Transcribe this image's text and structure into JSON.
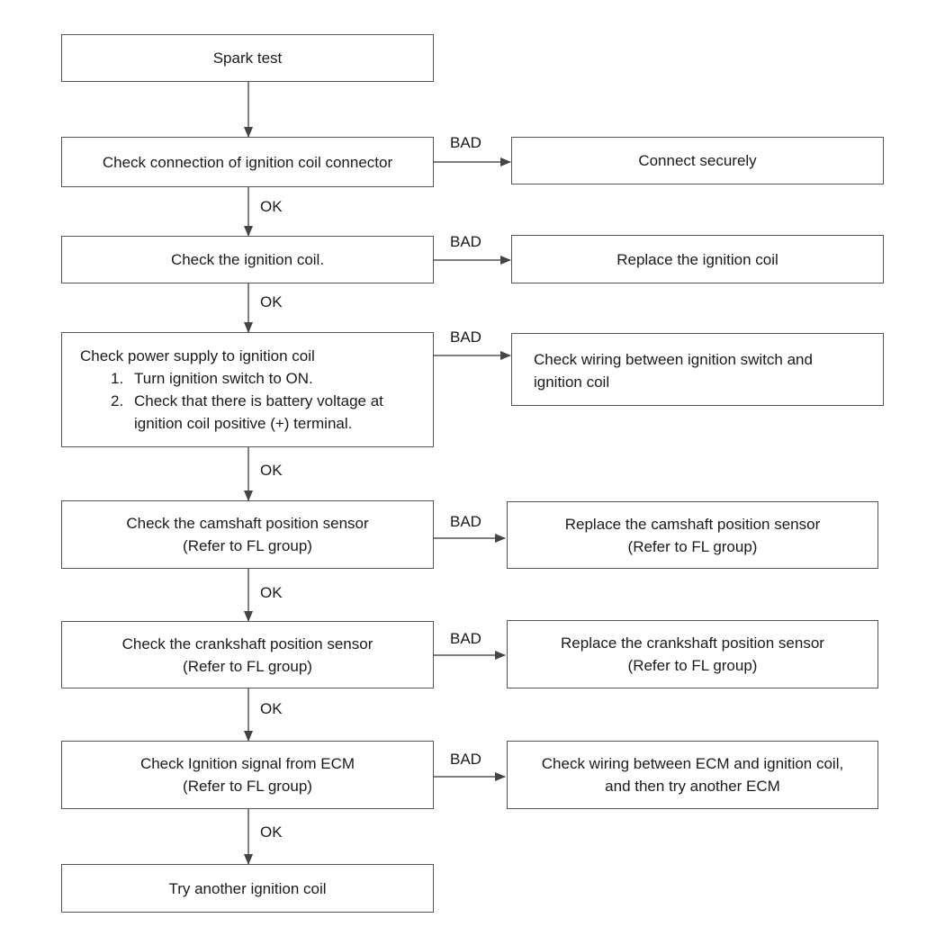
{
  "flow": {
    "main": {
      "start": "Spark test",
      "connector": "Check connection of ignition coil connector",
      "coil": "Check the ignition coil.",
      "power_title": "Check power supply to ignition coil",
      "power_steps": [
        {
          "num": "1.",
          "lines": [
            "Turn ignition switch to ON."
          ]
        },
        {
          "num": "2.",
          "lines": [
            "Check that there is battery voltage at",
            "ignition coil positive (+) terminal."
          ]
        }
      ],
      "camshaft": [
        "Check the camshaft position sensor",
        "(Refer to FL group)"
      ],
      "crankshaft": [
        "Check the crankshaft position sensor",
        "(Refer to FL group)"
      ],
      "ecm": [
        "Check Ignition signal from ECM",
        "(Refer to FL group)"
      ],
      "final": "Try another ignition coil"
    },
    "actions": {
      "connect": "Connect securely",
      "replace_coil": "Replace the ignition coil",
      "wiring_switch": [
        "Check wiring between ignition switch and",
        "ignition coil"
      ],
      "replace_camshaft": [
        "Replace the camshaft position sensor",
        "(Refer to FL group)"
      ],
      "replace_crankshaft": [
        "Replace the crankshaft position sensor",
        "(Refer to FL group)"
      ],
      "wiring_ecm": [
        "Check wiring between ECM and ignition coil,",
        "and then try another ECM"
      ]
    },
    "labels": {
      "ok": "OK",
      "bad": "BAD"
    }
  }
}
